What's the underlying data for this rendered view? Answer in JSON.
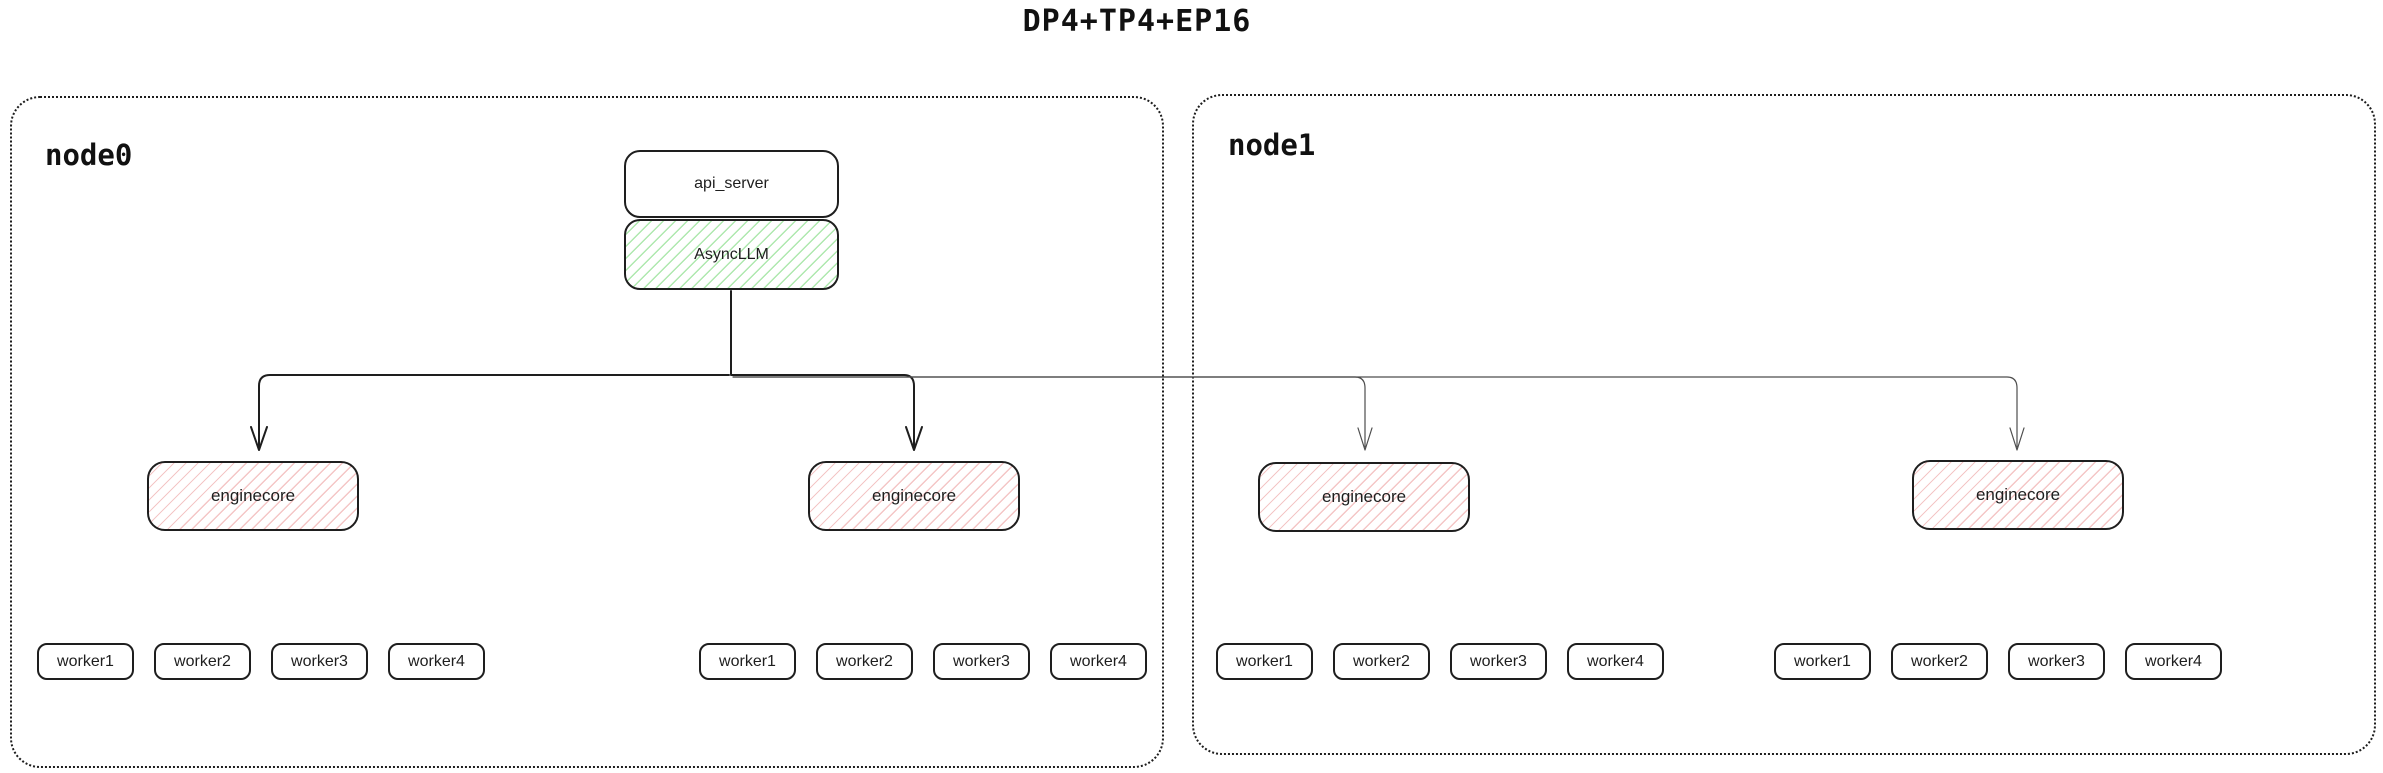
{
  "title": "DP4+TP4+EP16",
  "nodes": [
    {
      "label": "node0",
      "api_server": "api_server",
      "async_llm": "AsyncLLM",
      "enginecores": [
        {
          "label": "enginecore",
          "workers": [
            "worker1",
            "worker2",
            "worker3",
            "worker4"
          ]
        },
        {
          "label": "enginecore",
          "workers": [
            "worker1",
            "worker2",
            "worker3",
            "worker4"
          ]
        }
      ]
    },
    {
      "label": "node1",
      "enginecores": [
        {
          "label": "enginecore",
          "workers": [
            "worker1",
            "worker2",
            "worker3",
            "worker4"
          ]
        },
        {
          "label": "enginecore",
          "workers": [
            "worker1",
            "worker2",
            "worker3",
            "worker4"
          ]
        }
      ]
    }
  ],
  "colors": {
    "ink": "#1e1e1e",
    "green_hatch": "#aee8ae",
    "red_hatch": "#f4c6c6",
    "thin_connector": "#4d4d4d"
  }
}
